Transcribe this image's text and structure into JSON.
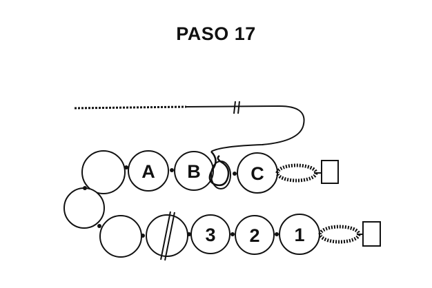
{
  "title": "PASO 17",
  "top_row_labels": [
    "A",
    "B",
    "C"
  ],
  "bottom_row_labels": [
    "3",
    "2",
    "1"
  ],
  "colors": {
    "ink": "#111111",
    "bead_fill": "#ffffff",
    "background": "#ffffff"
  }
}
